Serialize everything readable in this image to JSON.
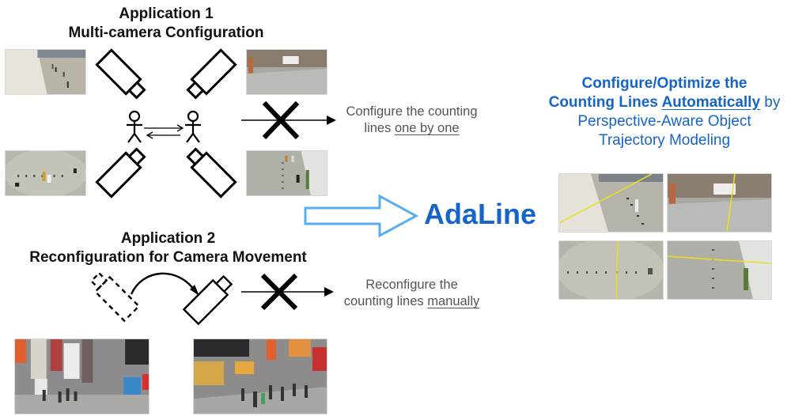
{
  "app1": {
    "title_line1": "Application 1",
    "title_line2": "Multi-camera Configuration",
    "note_line1": "Configure the counting",
    "note_line2_pre": "lines ",
    "note_line2_underlined": "one by one "
  },
  "app2": {
    "title_line1": "Application 2",
    "title_line2": "Reconfiguration for Camera Movement",
    "note_line1": "Reconfigure the",
    "note_line2_pre": "counting lines ",
    "note_line2_underlined": "manually"
  },
  "center": {
    "label": "AdaLine"
  },
  "right": {
    "line1": "Configure/Optimize the",
    "line2_pre": "Counting Lines ",
    "line2_underlined": "Automatically",
    "line2_post": " by",
    "line3": "Perspective-Aware Object",
    "line4": "Trajectory Modeling"
  },
  "images": {
    "app1_top_left": "atrium-camera-view-1",
    "app1_top_right": "atrium-camera-view-2",
    "app1_bottom_left": "atrium-camera-view-3",
    "app1_bottom_right": "atrium-camera-view-4",
    "app2_before": "street-camera-view-before",
    "app2_after": "street-camera-view-after",
    "result_views": [
      "atrium-view-1-with-line",
      "atrium-view-2-with-line",
      "atrium-view-3-with-line",
      "atrium-view-4-with-line"
    ]
  },
  "colors": {
    "accent_blue": "#1565c8",
    "arrow_outline": "#5aaef0",
    "counting_line": "#e8e020"
  }
}
